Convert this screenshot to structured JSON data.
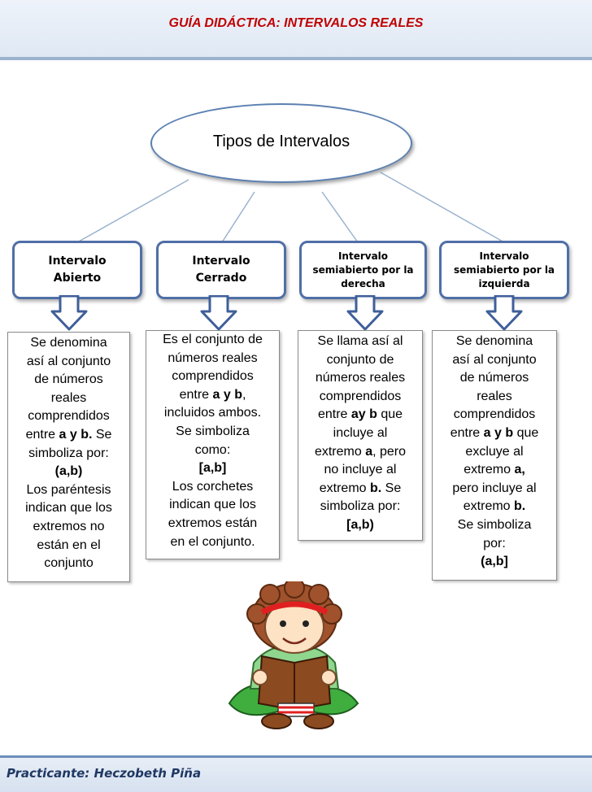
{
  "header": {
    "title": "GUÍA DIDÁCTICA: INTERVALOS REALES"
  },
  "diagram": {
    "root": "Tipos de Intervalos",
    "types": [
      {
        "label": "Intervalo\nAbierto"
      },
      {
        "label": "Intervalo\nCerrado"
      },
      {
        "label": "Intervalo\nsemiabierto por la\nderecha"
      },
      {
        "label": "Intervalo\nsemiabierto por la\nizquierda"
      }
    ],
    "descriptions": [
      {
        "before": "Se denomina\nasí al conjunto\nde números\nreales\ncomprendidos\nentre ",
        "bold1": "a y b.",
        "middle": " Se\nsimboliza por:\n",
        "bold2": "(a,b)",
        "after": "\nLos paréntesis\nindican que los\nextremos no\nestán en el\nconjunto"
      },
      {
        "before": "Es el conjunto de\nnúmeros reales\ncomprendidos\nentre ",
        "bold1": "a y b",
        "middle": ",\nincluidos ambos.\nSe simboliza\ncomo:\n",
        "bold2": "[a,b]",
        "after": "\nLos corchetes\nindican que los\nextremos están\nen el conjunto."
      },
      {
        "before": "Se llama así al\nconjunto de\nnúmeros reales\ncomprendidos\nentre ",
        "bold1": "ay b",
        "middle": " que\nincluye al\nextremo ",
        "bold2": "a",
        "mid2": ", pero\nno incluye al\nextremo ",
        "bold3": "b.",
        "mid3": " Se\nsimboliza por:\n",
        "bold4": "[a,b)"
      },
      {
        "before": "Se denomina\nasí al conjunto\nde números\nreales\ncomprendidos\nentre ",
        "bold1": "a y b",
        "middle": " que\nexcluye al\nextremo ",
        "bold2": "a,",
        "mid2": "\npero incluye al\nextremo ",
        "bold3": "b.",
        "mid3": "\nSe simboliza\npor:\n",
        "bold4": "(a,b]"
      }
    ]
  },
  "illustration": {
    "icon": "child-reading-book-icon"
  },
  "footer": {
    "text": "Practicante: Heczobeth Piña"
  },
  "colors": {
    "title": "#c00000",
    "box_border": "#4f6fa6",
    "arrow": "#3f5f9a",
    "footer_text": "#1f3864"
  }
}
